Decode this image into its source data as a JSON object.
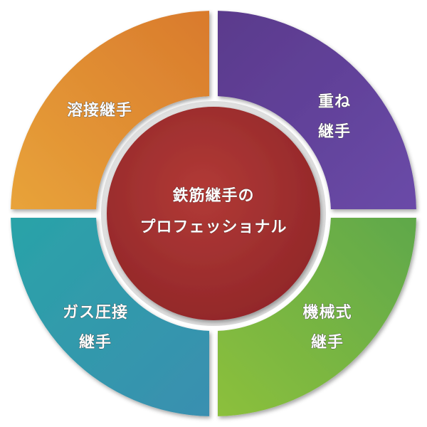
{
  "center": {
    "lines": [
      "鉄筋継手の",
      "プロフェッショナル"
    ],
    "color": "#a8302e"
  },
  "segments": [
    {
      "id": "welded",
      "lines": [
        "溶接継手"
      ],
      "color_start": "#e8a33a",
      "color_end": "#d97a2c"
    },
    {
      "id": "lap",
      "lines": [
        "重ね",
        "継手"
      ],
      "color_start": "#5a3a8c",
      "color_end": "#6a4aa8"
    },
    {
      "id": "mechanical",
      "lines": [
        "機械式",
        "継手"
      ],
      "color_start": "#5fa84a",
      "color_end": "#8cc03c"
    },
    {
      "id": "gas-pressure",
      "lines": [
        "ガス圧接",
        "継手"
      ],
      "color_start": "#2aa3a8",
      "color_end": "#3a8fb0"
    }
  ]
}
